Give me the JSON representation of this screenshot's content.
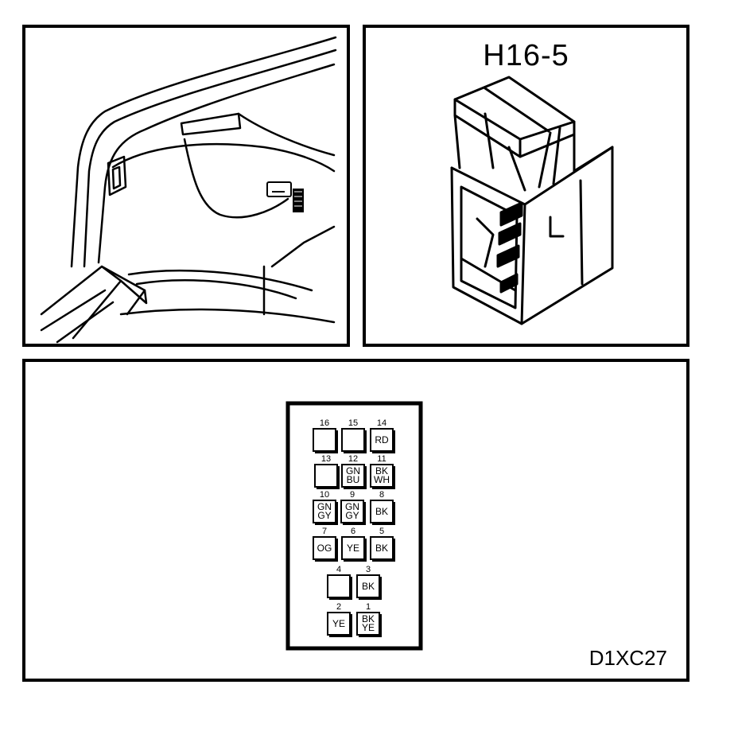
{
  "connector": {
    "title": "H16-5"
  },
  "diagram_code": "D1XC27",
  "pins": [
    {
      "num": "16",
      "colors": []
    },
    {
      "num": "15",
      "colors": []
    },
    {
      "num": "14",
      "colors": [
        "RD"
      ]
    },
    {
      "num": "13",
      "colors": []
    },
    {
      "num": "12",
      "colors": [
        "GN",
        "BU"
      ]
    },
    {
      "num": "11",
      "colors": [
        "BK",
        "WH"
      ]
    },
    {
      "num": "10",
      "colors": [
        "GN",
        "GY"
      ]
    },
    {
      "num": "9",
      "colors": [
        "GN",
        "GY"
      ]
    },
    {
      "num": "8",
      "colors": [
        "BK"
      ]
    },
    {
      "num": "7",
      "colors": [
        "OG"
      ]
    },
    {
      "num": "6",
      "colors": [
        "YE"
      ]
    },
    {
      "num": "5",
      "colors": [
        "BK"
      ]
    },
    {
      "num": "4",
      "colors": []
    },
    {
      "num": "3",
      "colors": [
        "BK"
      ]
    },
    {
      "num": "2",
      "colors": [
        "YE"
      ]
    },
    {
      "num": "1",
      "colors": [
        "BK",
        "YE"
      ]
    }
  ]
}
